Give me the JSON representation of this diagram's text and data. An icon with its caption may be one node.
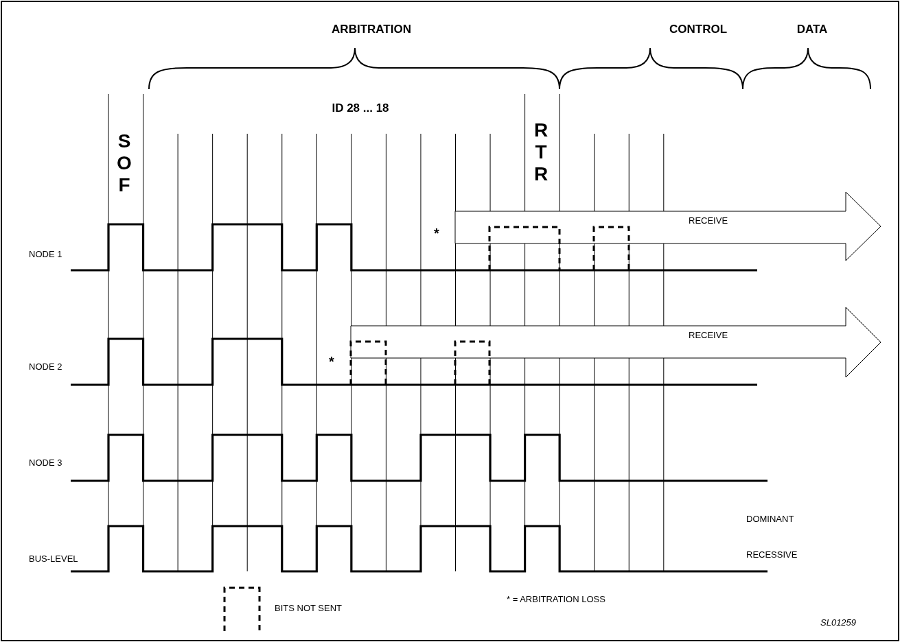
{
  "diagram": {
    "nodes": [
      {
        "text": [
          "RECEIVE"
        ]
      },
      {
        "text": [
          "RECEIVE"
        ]
      }
    ],
    "labels": [
      "ARBITRATION",
      "CONTROL",
      "DATA",
      "ID 28 ... 18",
      "SOF",
      "RTR",
      "*",
      "NODE 1",
      "*",
      "NODE 2",
      "NODE 3",
      "DOMINANT",
      "BUS-LEVEL",
      "RECESSIVE",
      "SL01259"
    ],
    "legend": [
      {
        "text": "BITS NOT SENT"
      },
      {
        "text": "* = ARBITRATION LOSS"
      }
    ]
  }
}
